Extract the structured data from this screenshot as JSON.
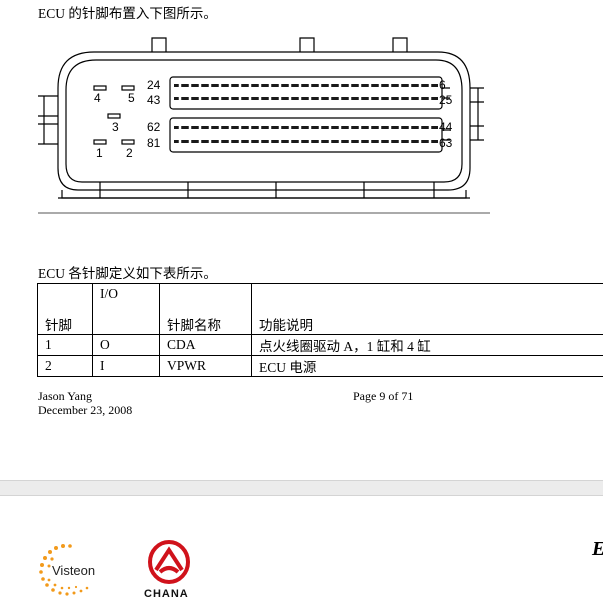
{
  "doc": {
    "intro": "ECU 的针脚布置入下图所示。",
    "table_caption": "ECU 各针脚定义如下表所示。"
  },
  "connector": {
    "small_pins": [
      "4",
      "5",
      "3",
      "1",
      "2"
    ],
    "row_labels_left": [
      "24",
      "43",
      "62",
      "81"
    ],
    "row_labels_right": [
      "6",
      "25",
      "44",
      "63"
    ]
  },
  "pin_table": {
    "headers": {
      "pin": "针脚",
      "io": "I/O",
      "name": "针脚名称",
      "desc": "功能说明"
    },
    "rows": [
      {
        "pin": "1",
        "io": "O",
        "name": "CDA",
        "desc": "点火线圈驱动 A，1 缸和 4 缸"
      },
      {
        "pin": "2",
        "io": "I",
        "name": "VPWR",
        "desc": "ECU 电源"
      }
    ]
  },
  "footer": {
    "author": "Jason Yang",
    "date": "December 23, 2008",
    "page": "Page 9 of 71"
  },
  "next_page": {
    "visteon_label": "Visteon",
    "changan_label": "CHANA",
    "cut_initial": "E"
  },
  "colors": {
    "visteon_orange": "#f29a1b",
    "changan_red": "#d0121b",
    "band_gray": "#ececec"
  }
}
